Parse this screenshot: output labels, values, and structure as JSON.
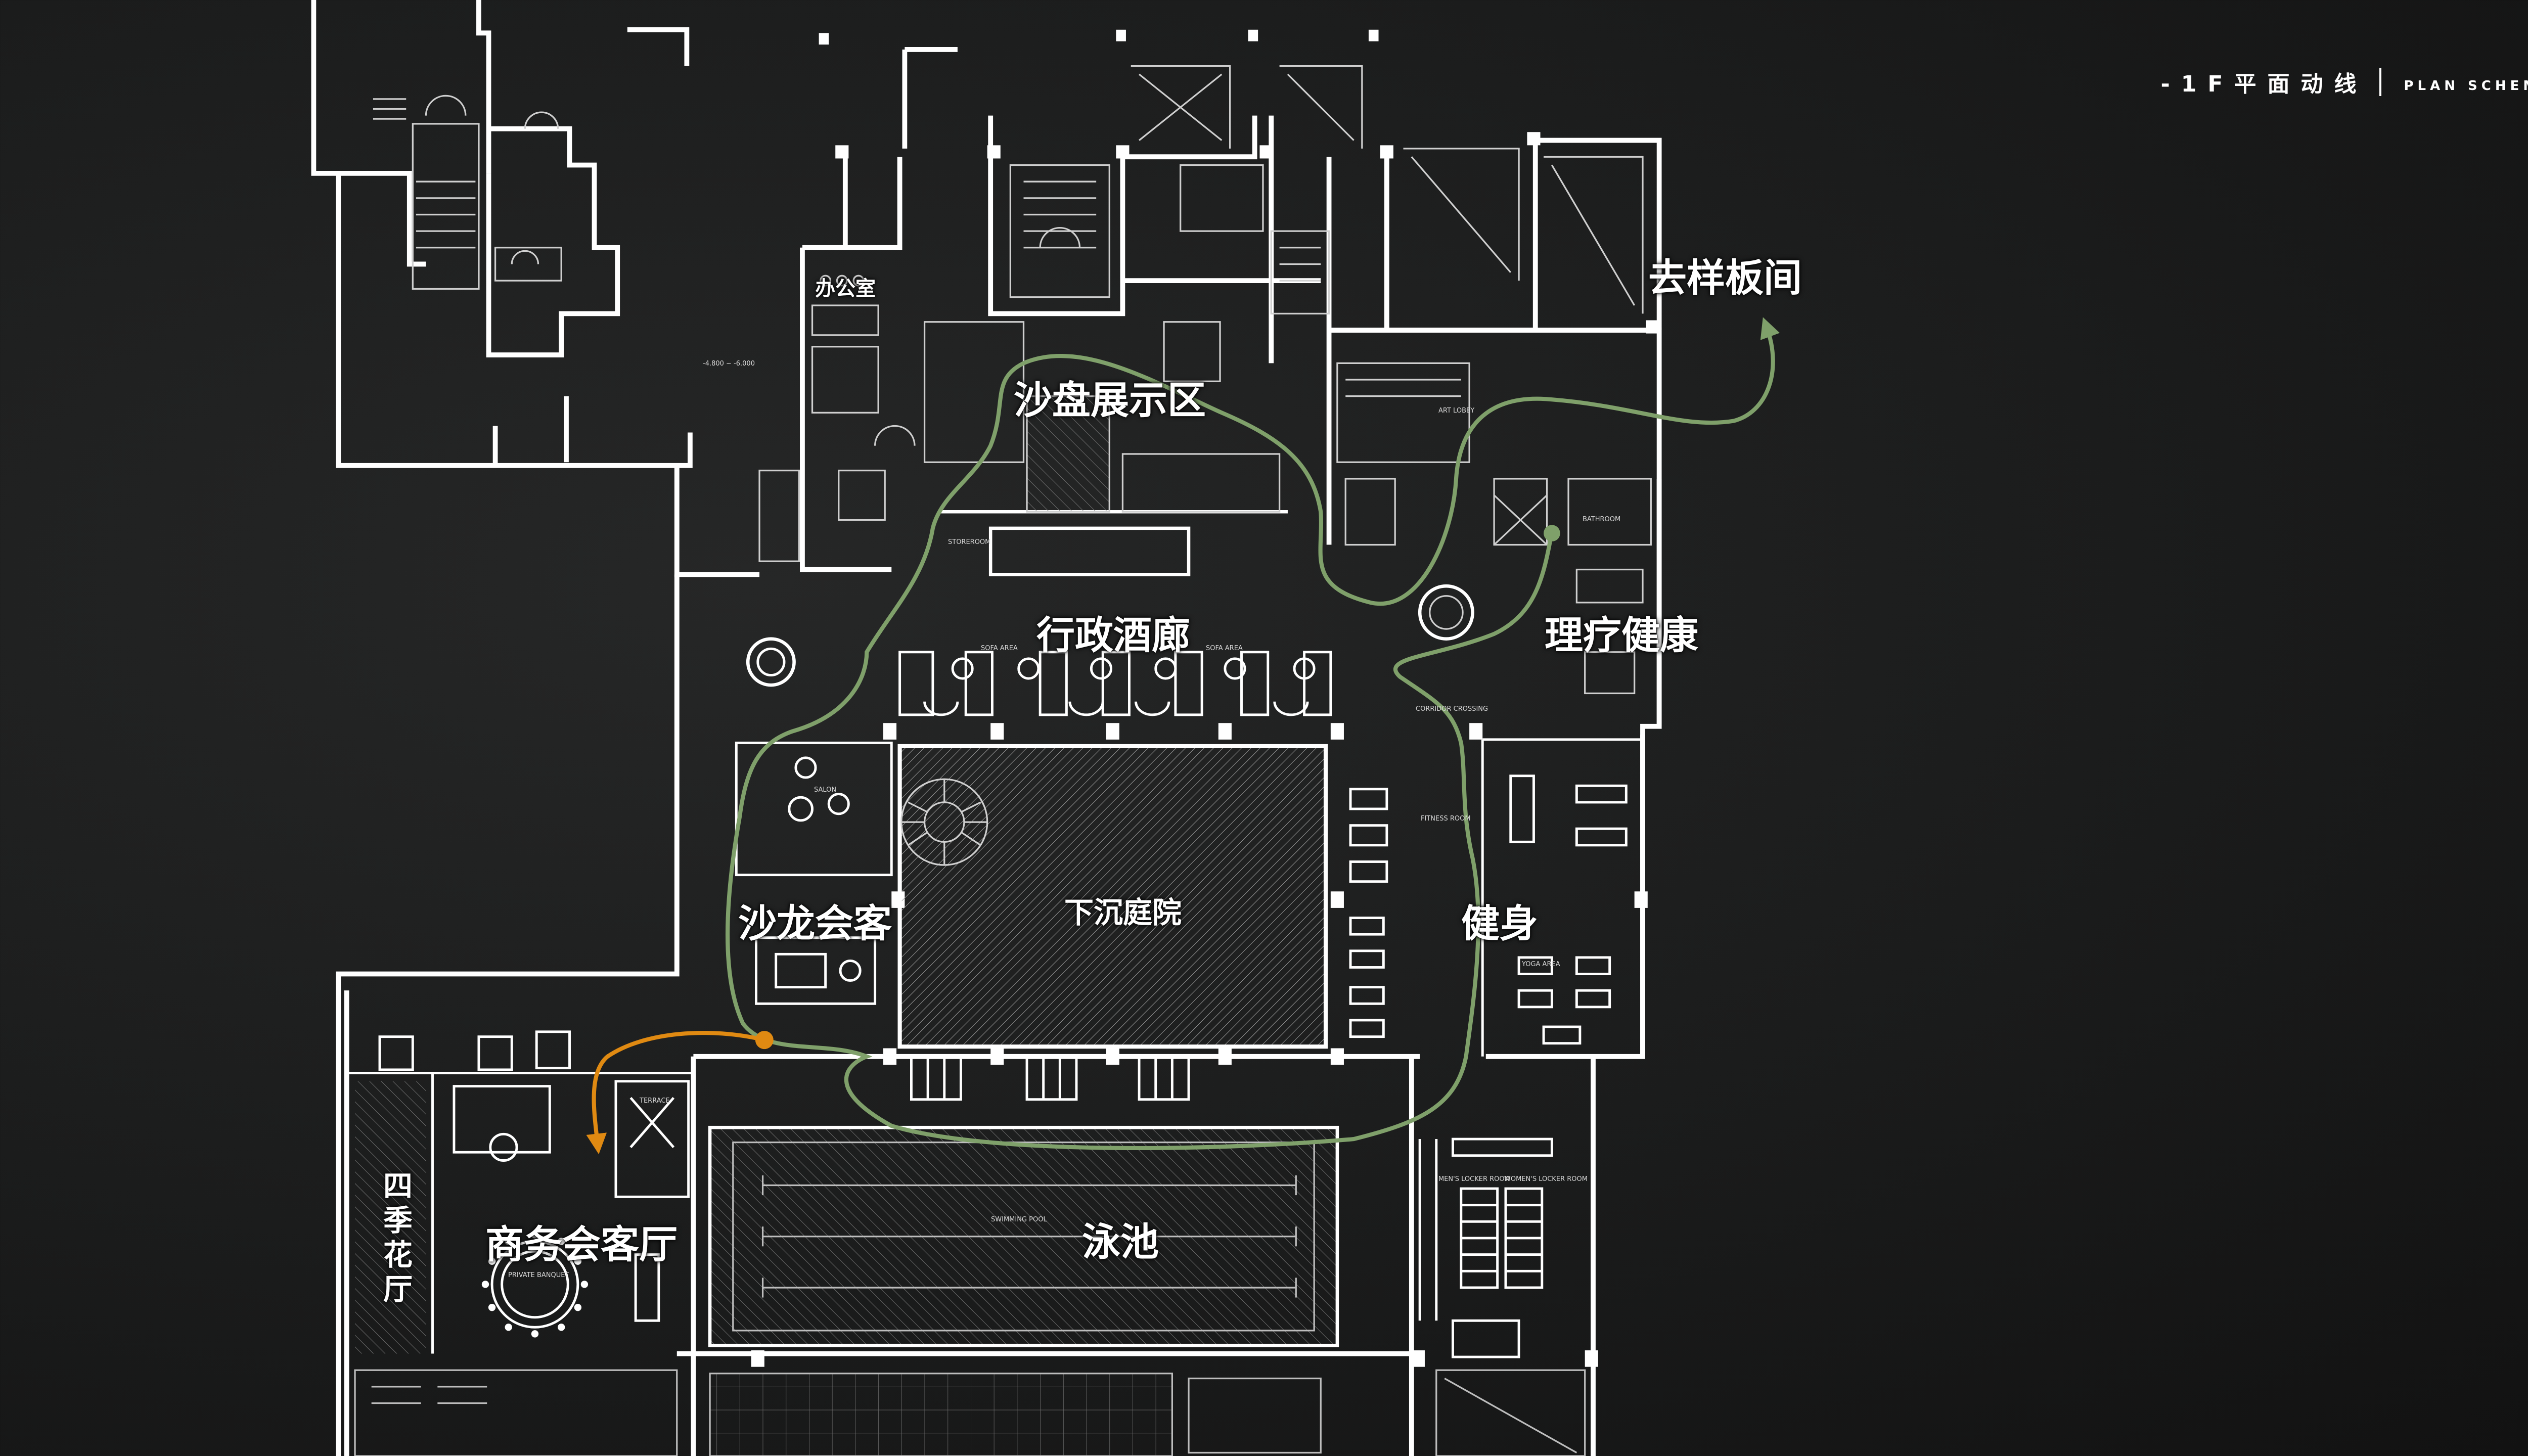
{
  "header": {
    "title": "-1F平面动线",
    "subtitle": "PLAN SCHEME"
  },
  "rooms": {
    "sandtable": "沙盘展示区",
    "executive_gallery": "行政酒廊",
    "salon": "沙龙会客",
    "sunken_courtyard": "下沉庭院",
    "fitness": "健身",
    "therapy": "理疗健康",
    "model_room": "去样板间",
    "business_hall": "商务会客厅",
    "pool": "泳池",
    "office": "办公室",
    "four_seasons": "四季花厅"
  },
  "small_labels": {
    "art_lobby": "ART LOBBY",
    "sofa_area": "SOFA AREA",
    "salon": "SALON",
    "fitness_room": "FITNESS ROOM",
    "yoga_area": "YOGA AREA",
    "swimming_pool": "SWIMMING POOL",
    "private_banquet": "PRIVATE BANQUET",
    "mens_locker": "MEN'S LOCKER ROOM",
    "womens_locker": "WOMEN'S LOCKER ROOM",
    "bathroom": "BATHROOM",
    "corridor": "CORRIDOR CROSSING",
    "terrace": "TERRACE",
    "storeroom": "STOREROOM",
    "level": "-4.800 ~ -6.000"
  },
  "colors": {
    "background": "#1b1c1c",
    "walls": "#ffffff",
    "route_green": "#7fa06a",
    "route_orange": "#e08a12"
  }
}
